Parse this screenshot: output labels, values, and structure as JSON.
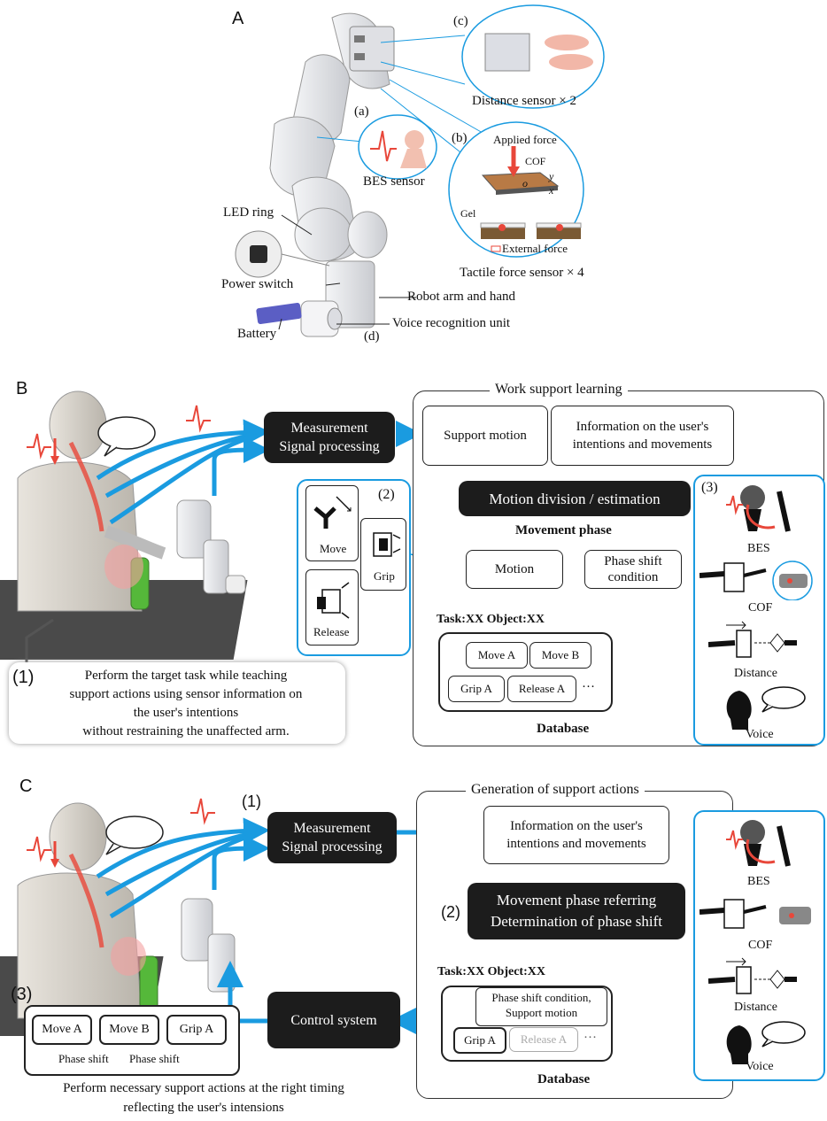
{
  "panelA": {
    "letter": "A",
    "label_c": "(c)",
    "label_a": "(a)",
    "label_b": "(b)",
    "label_d": "(d)",
    "distance_sensor": "Distance sensor × 2",
    "bes_sensor": "BES sensor",
    "applied_force": "Applied force",
    "cof": "COF",
    "axis_o": "o",
    "axis_x": "x",
    "axis_y": "y",
    "gel": "Gel",
    "external_force": "External force",
    "tactile_sensor": "Tactile force sensor × 4",
    "led_ring": "LED ring",
    "power_switch": "Power switch",
    "robot_arm": "Robot arm and hand",
    "voice_unit": "Voice recognition unit",
    "battery": "Battery"
  },
  "panelB": {
    "letter": "B",
    "measurement": "Measurement\nSignal processing",
    "frame_title": "Work support learning",
    "support_motion": "Support motion",
    "info_intentions": "Information on the user's\nintentions and movements",
    "motion_division": "Motion division / estimation",
    "movement_phase": "Movement phase",
    "motion": "Motion",
    "phase_shift_condition": "Phase shift\ncondition",
    "task_object": "Task:XX Object:XX",
    "db_items": [
      "Move A",
      "Move B",
      "Grip A",
      "Release A",
      "···"
    ],
    "database": "Database",
    "label2": "(2)",
    "move": "Move",
    "grip": "Grip",
    "release": "Release",
    "label3": "(3)",
    "bes": "BES",
    "cof": "COF",
    "distance": "Distance",
    "voice": "Voice",
    "label1": "(1)",
    "caption": "Perform the target task while teaching\nsupport actions using sensor information on\nthe user's intentions\nwithout restraining the unaffected arm."
  },
  "panelC": {
    "letter": "C",
    "label1": "(1)",
    "measurement": "Measurement\nSignal processing",
    "frame_title": "Generation of support actions",
    "info_intentions": "Information on the user's\nintentions and movements",
    "label2": "(2)",
    "phase_referring": "Movement phase referring\nDetermination of phase shift",
    "task_object": "Task:XX Object:XX",
    "callout": "Phase shift condition,\nSupport motion",
    "grip_a": "Grip A",
    "release_a": "Release A",
    "dots": "···",
    "database": "Database",
    "control_system": "Control system",
    "label3": "(3)",
    "sequence": [
      "Move A",
      "Move B",
      "Grip A"
    ],
    "phase_shift_1": "Phase shift",
    "phase_shift_2": "Phase shift",
    "bes": "BES",
    "cof": "COF",
    "distance": "Distance",
    "voice": "Voice",
    "caption": "Perform necessary support actions at the right timing\nreflecting the user's intensions"
  },
  "colors": {
    "accent_blue": "#1a9be0",
    "signal_red": "#e8473a",
    "dark_block": "#1c1c1c"
  }
}
